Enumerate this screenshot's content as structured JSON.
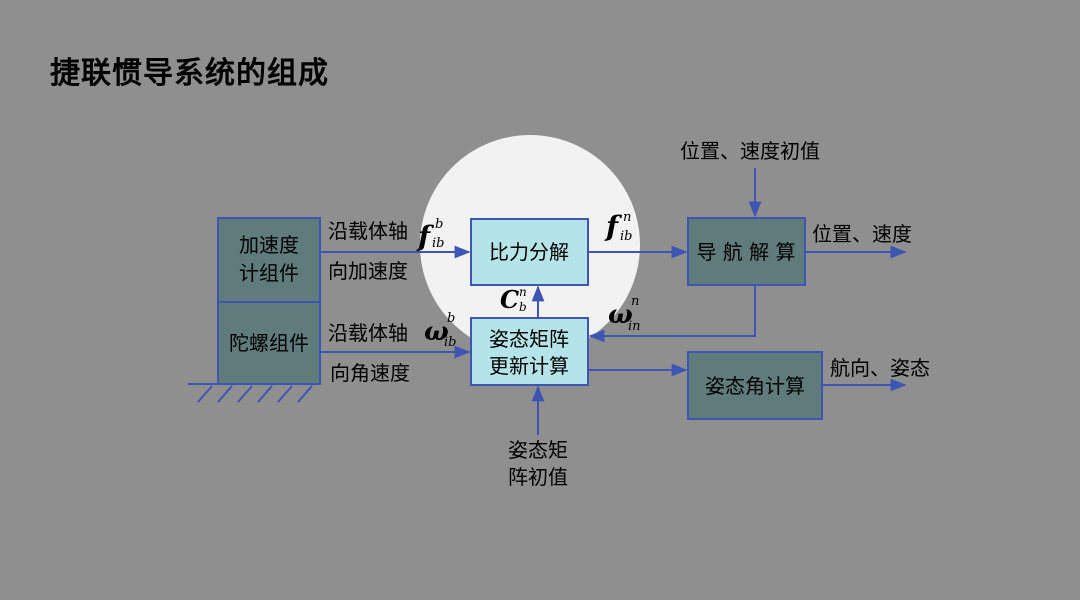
{
  "title": "捷联惯导系统的组成",
  "colors": {
    "background": "#8f8f8f",
    "box_fill_dark": "#5f7b7b",
    "box_fill_light": "#b5e4e8",
    "box_stroke": "#3d55b3",
    "arrow": "#3d55b3"
  },
  "boxes": {
    "accelerometer": [
      "加速度",
      "计组件"
    ],
    "gyro": "陀螺组件",
    "force_decomp": "比力分解",
    "attitude_update": [
      "姿态矩阵",
      "更新计算"
    ],
    "nav_solve": "导 航 解 算",
    "attitude_calc": "姿态角计算"
  },
  "labels": {
    "accel_out": [
      "沿载体轴",
      "向加速度"
    ],
    "gyro_out": [
      "沿载体轴",
      "向角速度"
    ],
    "init_pos_vel": "位置、速度初值",
    "out_pos_vel": "位置、速度",
    "out_heading_att": "航向、姿态",
    "init_att": [
      "姿态矩",
      "阵初值"
    ]
  },
  "symbols": {
    "f": "f",
    "omega": "ω",
    "C": "C",
    "sup_b": "b",
    "sup_n": "n",
    "sub_ib": "ib",
    "sub_in": "in",
    "sub_b": "b"
  }
}
